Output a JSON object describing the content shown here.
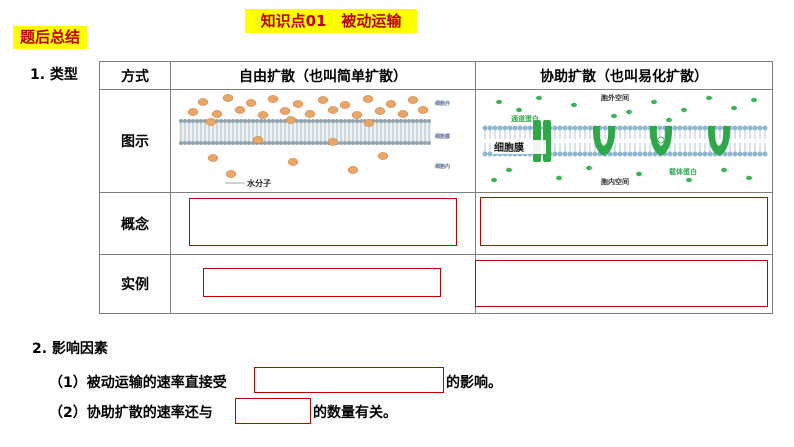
{
  "header": {
    "title": "知识点01　被动运输",
    "summary_tag": "题后总结"
  },
  "section1": {
    "heading": "1. 类型"
  },
  "table": {
    "col_headers": [
      "方式",
      "自由扩散（也叫简单扩散）",
      "协助扩散（也叫易化扩散）"
    ],
    "row_labels": [
      "图示",
      "概念",
      "实例"
    ]
  },
  "diagram_free": {
    "side_labels": [
      "细胞外",
      "细胞膜",
      "细胞内"
    ],
    "molecule_label": "水分子"
  },
  "diagram_facilitated": {
    "outside_label": "胞外空间",
    "inside_label": "胞内空间",
    "channel_label": "通道蛋白",
    "membrane_label": "细胞膜",
    "carrier_label": "载体蛋白"
  },
  "section2": {
    "heading": "2. 影响因素",
    "item1_prefix": "（1）被动运输的速率直接受",
    "item1_suffix": "的影响。",
    "item2_prefix": "（2）协助扩散的速率还与",
    "item2_suffix": "的数量有关。"
  },
  "colors": {
    "accent_red": "#c00000",
    "tag_yellow": "#ffff00",
    "molecule_orange": "#e8a668",
    "protein_green": "#2fa84a"
  }
}
